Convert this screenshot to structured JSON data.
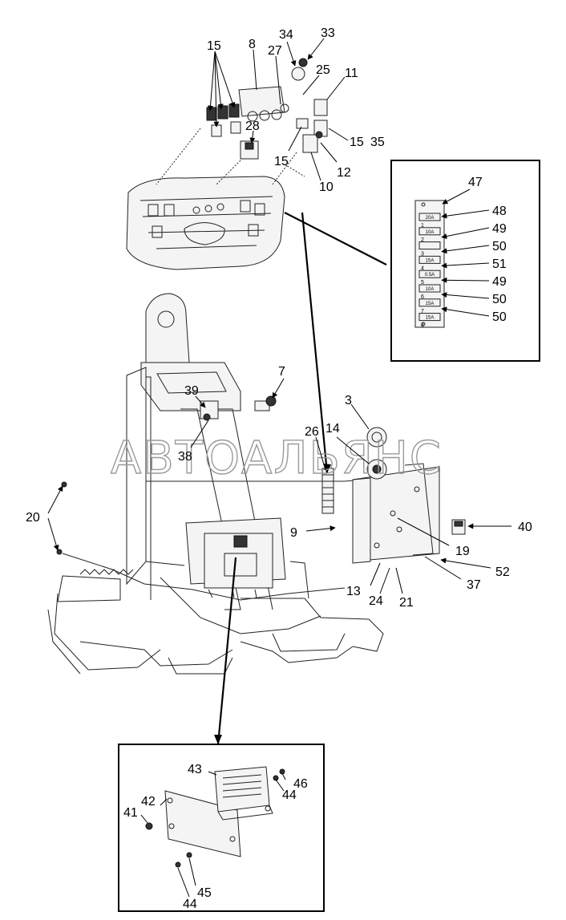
{
  "watermark": "АВТОАЛЬЯНС",
  "callouts": {
    "c15a": "15",
    "c8": "8",
    "c34": "34",
    "c33": "33",
    "c27": "27",
    "c25": "25",
    "c11": "11",
    "c28": "28",
    "c15b": "15",
    "c35": "35",
    "c15c": "15",
    "c12": "12",
    "c10": "10",
    "c7": "7",
    "c39": "39",
    "c38": "38",
    "c3": "3",
    "c26": "26",
    "c14": "14",
    "c20": "20",
    "c9": "9",
    "c40": "40",
    "c19": "19",
    "c52": "52",
    "c13": "13",
    "c24": "24",
    "c21": "21",
    "c37": "37"
  },
  "fuse_inset": {
    "callouts": [
      "47",
      "48",
      "49",
      "50",
      "51",
      "49",
      "50",
      "50"
    ],
    "fuses": [
      "20A",
      "10A",
      "",
      "15A",
      "0.5A",
      "10A",
      "15A",
      "15A"
    ],
    "slots": [
      "1",
      "2",
      "3",
      "4",
      "5",
      "6",
      "7",
      "8"
    ]
  },
  "ecu_inset": {
    "callouts": {
      "c43": "43",
      "c46": "46",
      "c44a": "44",
      "c42": "42",
      "c41": "41",
      "c45": "45",
      "c44b": "44"
    }
  },
  "colors": {
    "line": "#000000",
    "watermark": "#9a9a9a",
    "background": "#ffffff"
  }
}
